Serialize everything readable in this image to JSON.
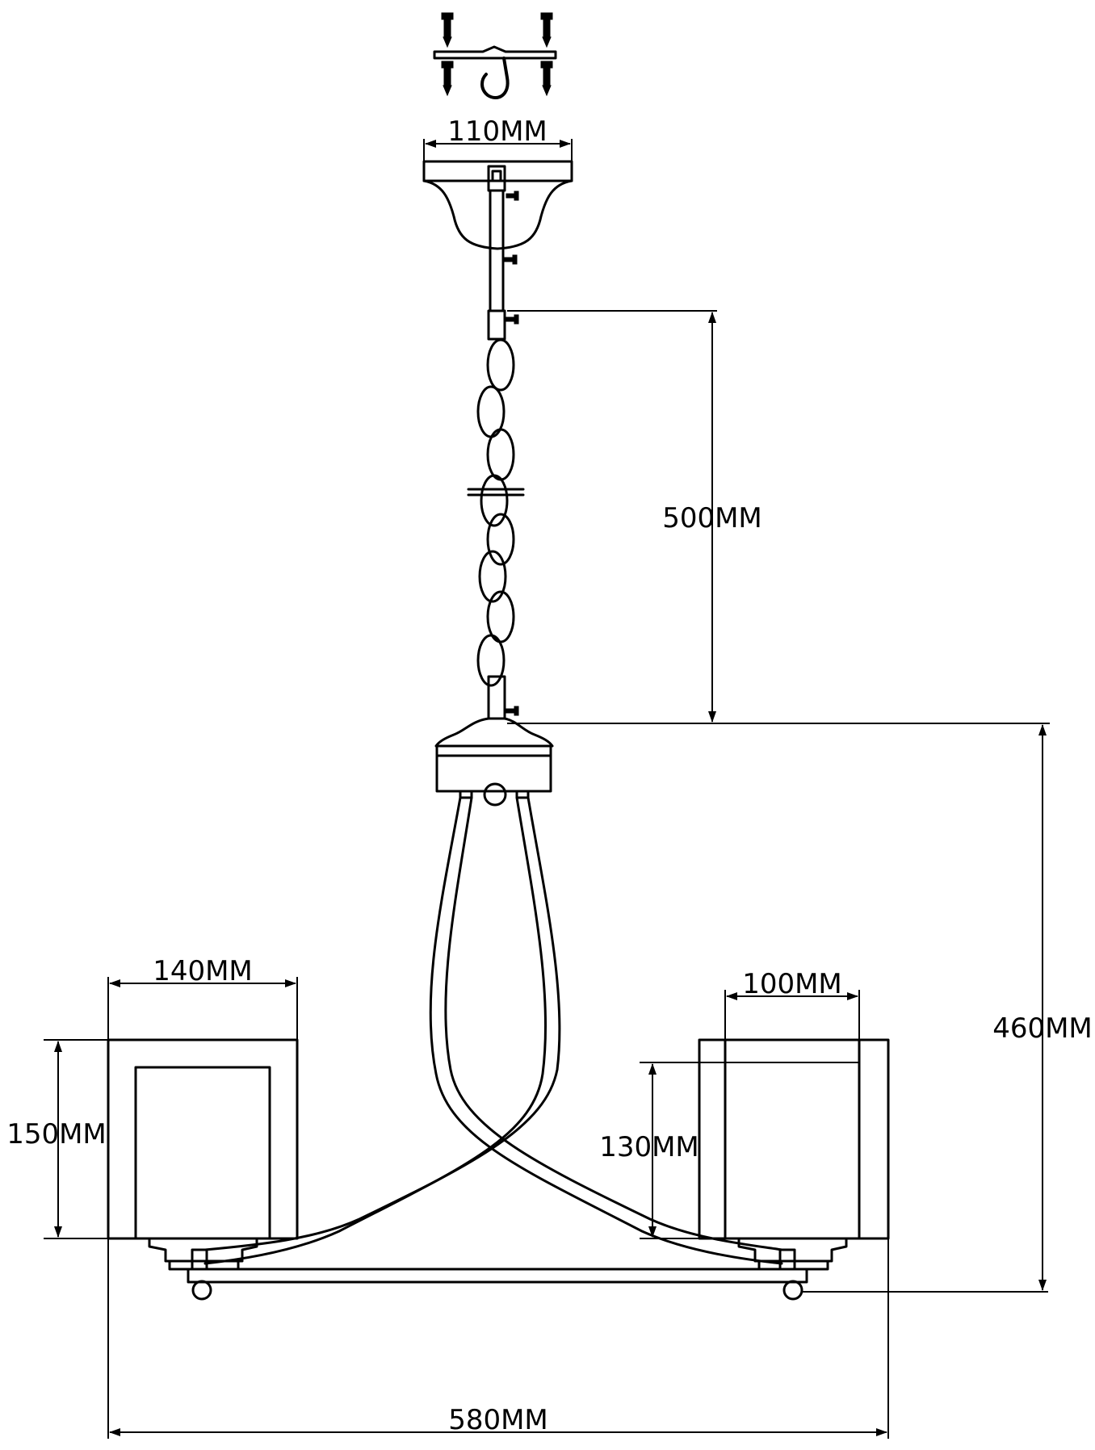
{
  "dimensions": {
    "canopy_width": "110MM",
    "chain_length": "500MM",
    "body_height": "460MM",
    "left_shade_width": "140MM",
    "left_shade_height": "150MM",
    "right_shade_width": "100MM",
    "right_shade_height": "130MM",
    "overall_width": "580MM"
  },
  "colors": {
    "line": "#000000",
    "background": "#ffffff"
  },
  "icons": [
    "screw-icon",
    "ceiling-hook-icon"
  ]
}
